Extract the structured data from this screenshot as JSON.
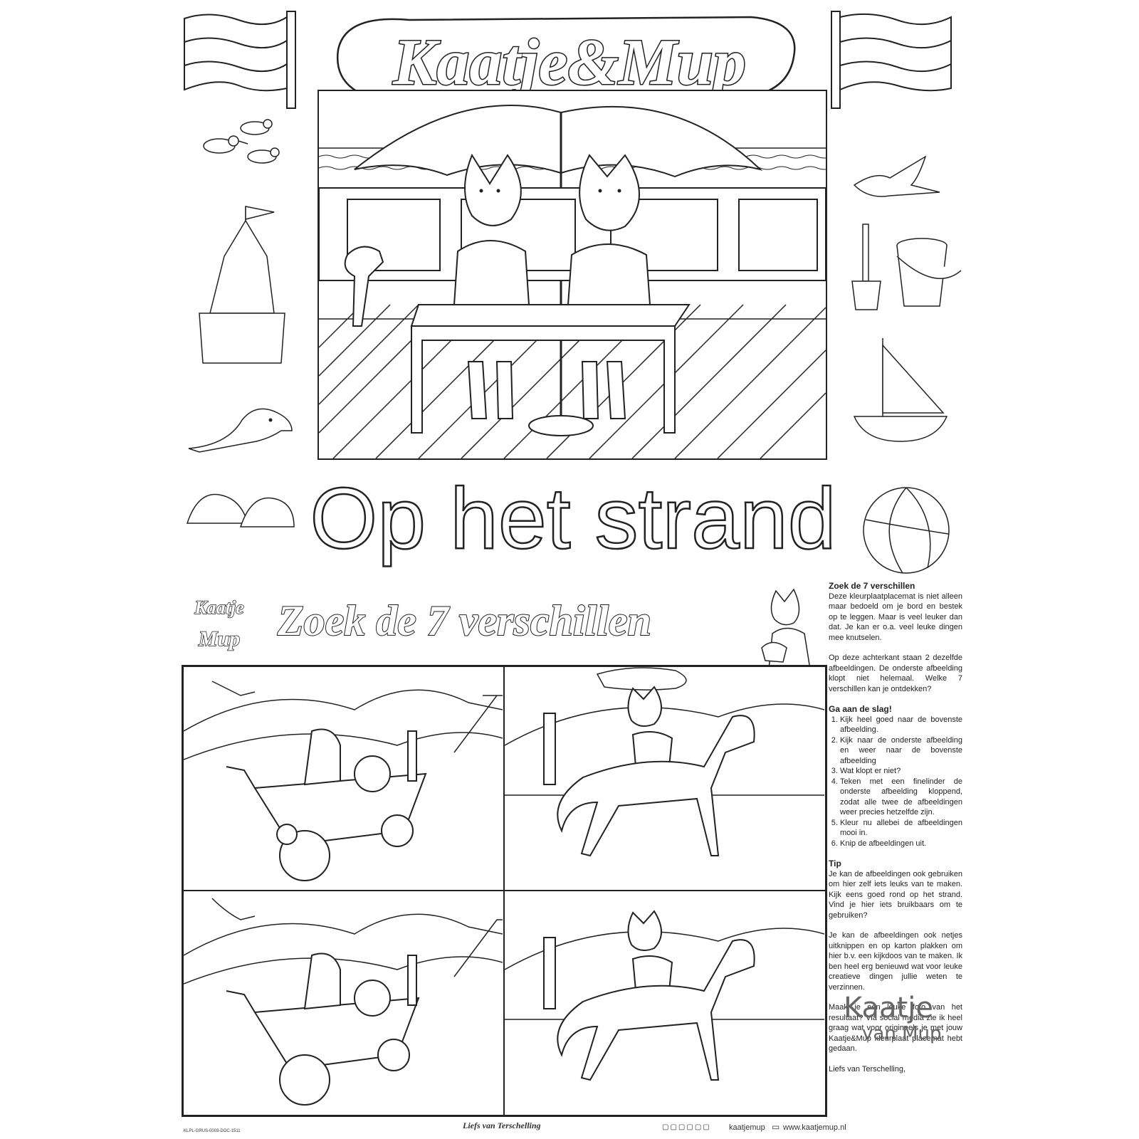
{
  "header": {
    "brand_title": "Kaatje&Mup"
  },
  "main_title": "Op het strand",
  "search": {
    "small_logo": "Kaatje & Mup",
    "title": "Zoek de 7 verschillen"
  },
  "instructions": {
    "heading": "Zoek de 7 verschillen",
    "intro": "Deze kleurplaatplacemat is niet alleen maar bedoeld om je bord en bestek op te leggen. Maar is veel leuker dan dat. Je kan er o.a. veel leuke dingen mee knutselen.",
    "back_text": "Op deze achterkant staan 2 dezelfde afbeeldingen. De onderste afbeelding klopt niet helemaal. Welke 7 verschillen kan je ontdekken?",
    "steps_heading": "Ga aan de slag!",
    "steps": [
      "Kijk heel goed naar de bovenste afbeelding.",
      "Kijk naar de onderste afbeelding en weer naar de bovenste afbeelding",
      "Wat klopt er niet?",
      "Teken met een finelinder de onderste afbeelding kloppend, zodat alle twee de afbeeldingen weer precies hetzelfde zijn.",
      "Kleur nu allebei de afbeeldingen mooi in.",
      "Knip de afbeeldingen uit."
    ],
    "tip_heading": "Tip",
    "tip": "Je kan de afbeeldingen ook gebruiken om hier zelf iets leuks van te maken. Kijk eens goed rond op het strand. Vind je hier iets bruikbaars om te gebruiken?",
    "tip2": "Je kan de afbeeldingen ook netjes uitknippen en op karton plakken om hier b.v. een kijkdoos van te maken. Ik ben heel erg benieuwd wat voor leuke creatieve dingen jullie weten te verzinnen.",
    "photo": "Maak je een leuke foto van het resultaat? Via social media zie ik heel graag wat voor origineels je met jouw Kaatje&Mup kleurplaat placemat hebt gedaan.",
    "closing": "Liefs van Terschelling,",
    "signature_line1": "Kaatje",
    "signature_line2": "van Mup"
  },
  "footer": {
    "code": "KLPL-GRUS-0003-DOC-1511",
    "tagline": "Liefs van Terschelling",
    "handle": "kaatjemup",
    "website": "www.kaatjemup.nl"
  },
  "icons": [
    "flag-icon",
    "bird-icon",
    "sandcastle-icon",
    "seal-icon",
    "slippers-icon",
    "seagull-icon",
    "shovel-icon",
    "bucket-icon",
    "sailboat-icon",
    "beach-ball-icon",
    "cat-icon",
    "dog-icon",
    "facebook-icon",
    "twitter-icon",
    "linkedin-icon",
    "pinterest-icon",
    "instagram-icon",
    "youtube-icon",
    "laptop-icon"
  ]
}
